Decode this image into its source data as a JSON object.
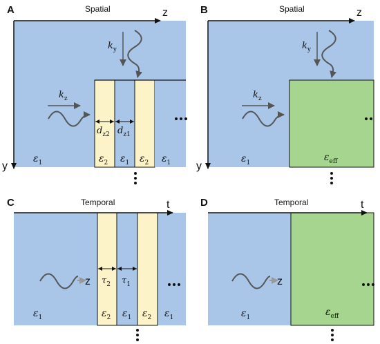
{
  "colors": {
    "medium1": "#a9c6e8",
    "medium2": "#fdf3c8",
    "effective": "#a5d58e",
    "line": "#111111",
    "wave": "#555555"
  },
  "panels": [
    {
      "letter": "A",
      "title": "Spatial",
      "axis_h": "z",
      "axis_v": "y",
      "k_top": "k",
      "k_top_sub": "y",
      "k_left": "k",
      "k_left_sub": "z",
      "widths": [
        {
          "sym": "d",
          "sub": "z2"
        },
        {
          "sym": "d",
          "sub": "z1"
        }
      ],
      "layers": [
        {
          "sym": "ε",
          "sub": "1"
        },
        {
          "sym": "ε",
          "sub": "2"
        },
        {
          "sym": "ε",
          "sub": "1"
        },
        {
          "sym": "ε",
          "sub": "2"
        },
        {
          "sym": "ε",
          "sub": "1"
        }
      ],
      "outer": {
        "sym": "ε",
        "sub": "1"
      }
    },
    {
      "letter": "B",
      "title": "Spatial",
      "axis_h": "z",
      "axis_v": "y",
      "k_top": "k",
      "k_top_sub": "y",
      "k_left": "k",
      "k_left_sub": "z",
      "outer": {
        "sym": "ε",
        "sub": "1"
      },
      "effective": {
        "sym": "ε",
        "sub": "eff"
      }
    },
    {
      "letter": "C",
      "title": "Temporal",
      "axis_h": "t",
      "wave_label": "z",
      "widths": [
        {
          "sym": "τ",
          "sub": "2"
        },
        {
          "sym": "τ",
          "sub": "1"
        }
      ],
      "layers": [
        {
          "sym": "ε",
          "sub": "2"
        },
        {
          "sym": "ε",
          "sub": "1"
        },
        {
          "sym": "ε",
          "sub": "2"
        },
        {
          "sym": "ε",
          "sub": "1"
        }
      ],
      "outer": {
        "sym": "ε",
        "sub": "1"
      }
    },
    {
      "letter": "D",
      "title": "Temporal",
      "axis_h": "t",
      "wave_label": "z",
      "outer": {
        "sym": "ε",
        "sub": "1"
      },
      "effective": {
        "sym": "ε",
        "sub": "eff"
      }
    }
  ]
}
